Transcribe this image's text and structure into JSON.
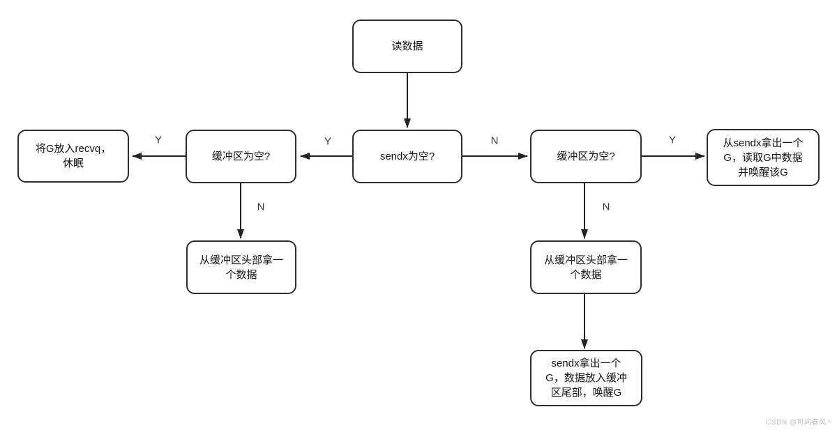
{
  "canvas": {
    "background": "#ffffff",
    "line_color": "#222222",
    "box_border_color": "#2e2e2e",
    "text_color": "#141414"
  },
  "diagram": {
    "type": "flowchart",
    "nodes": [
      {
        "id": "read-data",
        "label": "读数据"
      },
      {
        "id": "sendx-empty",
        "label": "sendx为空?"
      },
      {
        "id": "buffer-empty-left",
        "label": "缓冲区为空?"
      },
      {
        "id": "recvq-sleep",
        "label": "将G放入recvq，\n休眠"
      },
      {
        "id": "take-head-left",
        "label": "从缓冲区头部拿一\n个数据"
      },
      {
        "id": "buffer-empty-right",
        "label": "缓冲区为空?"
      },
      {
        "id": "sendx-read-wake",
        "label": "从sendx拿出一个\nG，读取G中数据\n并唤醒该G"
      },
      {
        "id": "take-head-right",
        "label": "从缓冲区头部拿一\n个数据"
      },
      {
        "id": "sendx-put-wake",
        "label": "sendx拿出一个\nG，数据放入缓冲\n区尾部，唤醒G"
      }
    ],
    "edges": [
      {
        "from": "read-data",
        "to": "sendx-empty",
        "label": ""
      },
      {
        "from": "sendx-empty",
        "to": "buffer-empty-left",
        "label": "Y"
      },
      {
        "from": "sendx-empty",
        "to": "buffer-empty-right",
        "label": "N"
      },
      {
        "from": "buffer-empty-left",
        "to": "recvq-sleep",
        "label": "Y"
      },
      {
        "from": "buffer-empty-left",
        "to": "take-head-left",
        "label": "N"
      },
      {
        "from": "buffer-empty-right",
        "to": "sendx-read-wake",
        "label": "Y"
      },
      {
        "from": "buffer-empty-right",
        "to": "take-head-right",
        "label": "N"
      },
      {
        "from": "take-head-right",
        "to": "sendx-put-wake",
        "label": ""
      }
    ]
  },
  "watermark": {
    "text": "CSDN @可问春风丶",
    "color": "#bdbdbd"
  }
}
